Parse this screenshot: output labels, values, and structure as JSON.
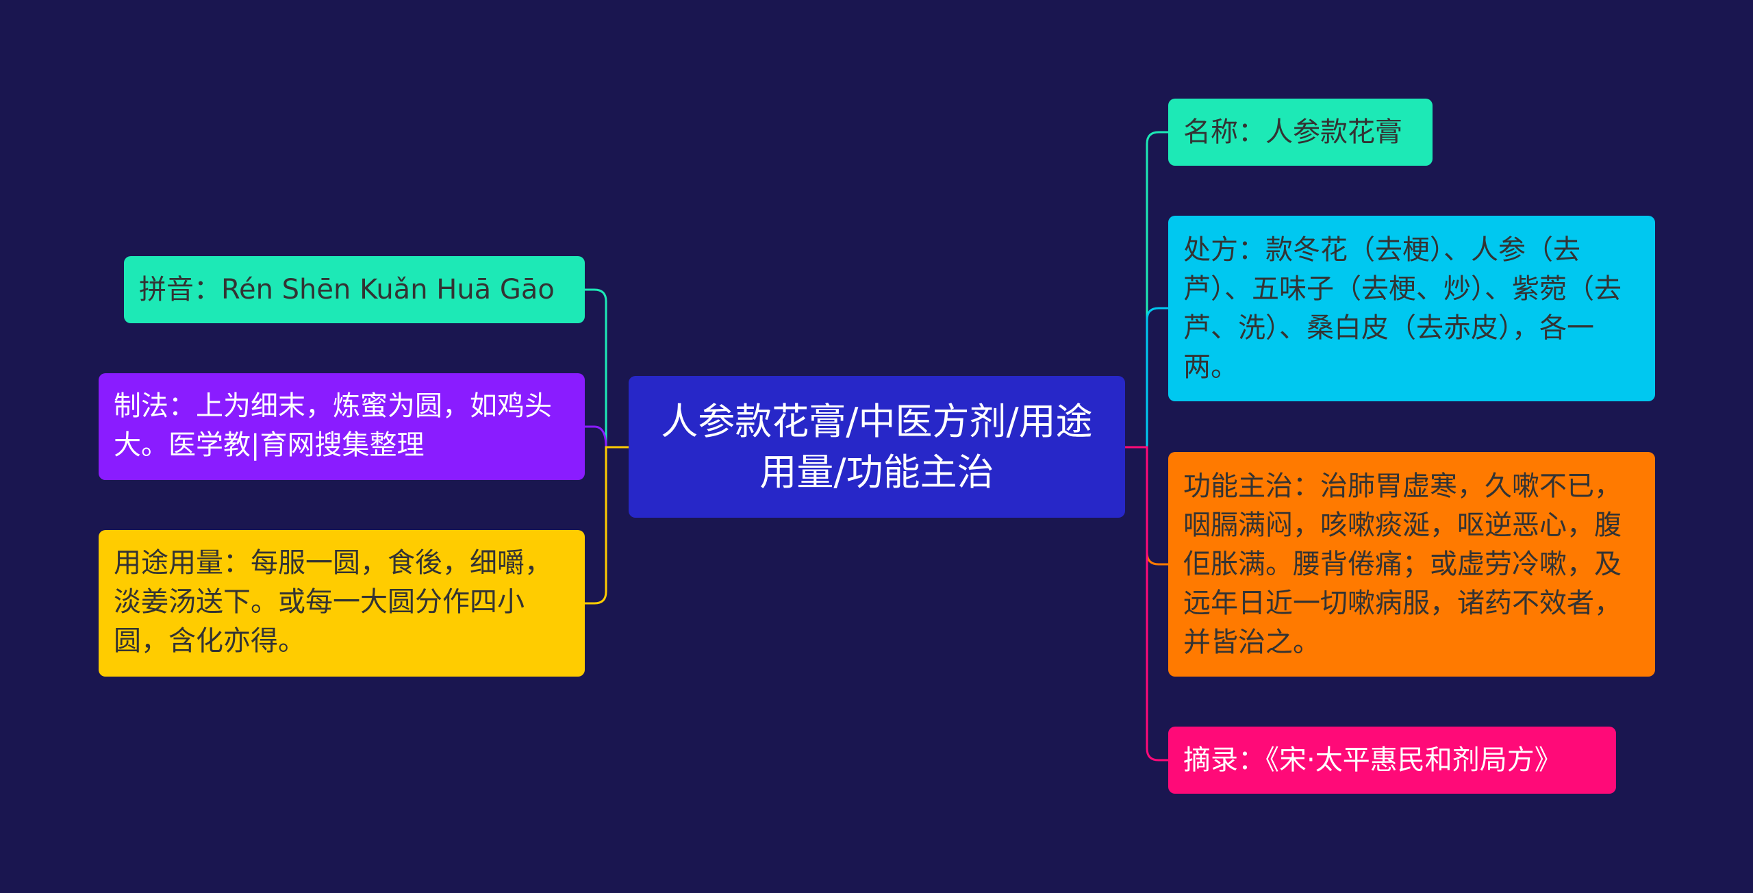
{
  "root": {
    "title": "人参款花膏/中医方剂/用途用量/功能主治",
    "color": "#2727c8"
  },
  "left": [
    {
      "id": "pinyin",
      "text": "拼音：Rén Shēn Kuǎn Huā Gāo",
      "color": "#1de9b6"
    },
    {
      "id": "zhifa",
      "text": "制法：上为细末，炼蜜为圆，如鸡头大。医学教|育网搜集整理",
      "color": "#8a1cff"
    },
    {
      "id": "yongtu",
      "text": "用途用量：每服一圆，食後，细嚼，淡姜汤送下。或每一大圆分作四小圆，含化亦得。",
      "color": "#ffcc00"
    }
  ],
  "right": [
    {
      "id": "name",
      "text": "名称：人参款花膏",
      "color": "#1de9b6"
    },
    {
      "id": "chufang",
      "text": "处方：款冬花（去梗）、人参（去芦）、五味子（去梗、炒）、紫菀（去芦、洗）、桑白皮（去赤皮），各一两。",
      "color": "#00c8f0"
    },
    {
      "id": "gongneng",
      "text": "功能主治：治肺胃虚寒，久嗽不已，咽膈满闷，咳嗽痰涎，呕逆恶心，腹佢胀满。腰背倦痛；或虚劳冷嗽，及远年日近一切嗽病服，诸药不效者，并皆治之。",
      "color": "#ff7a00"
    },
    {
      "id": "zhailu",
      "text": "摘录：《宋·太平惠民和剂局方》",
      "color": "#ff0a78"
    }
  ]
}
